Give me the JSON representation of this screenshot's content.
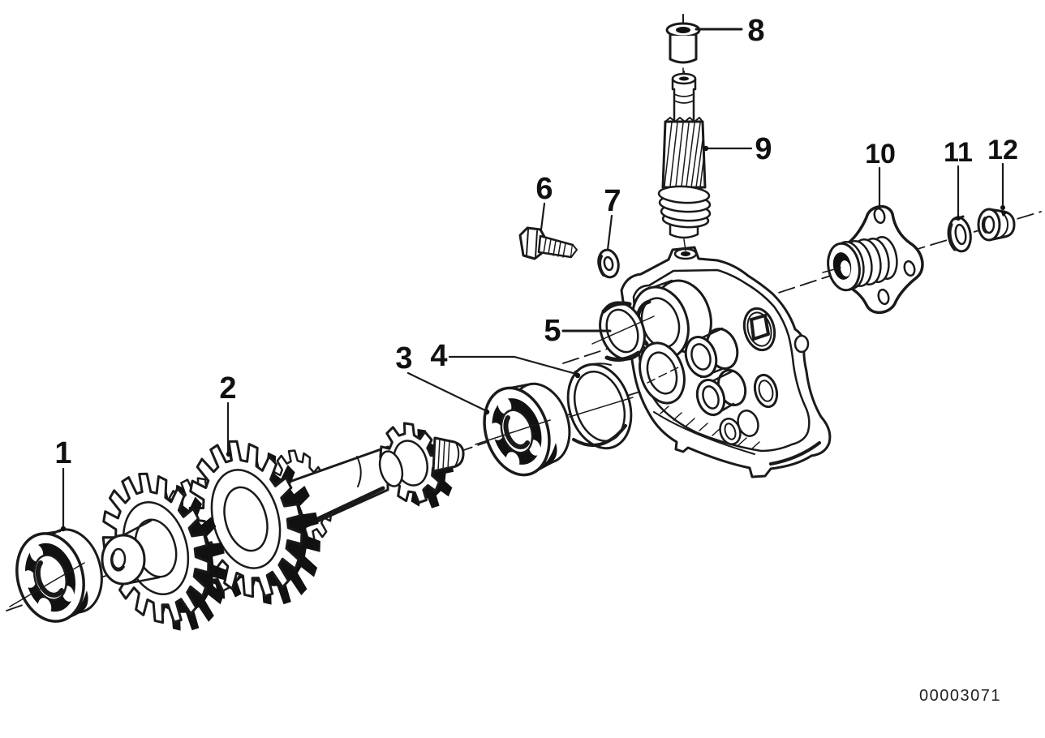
{
  "page": {
    "background": "#ffffff",
    "line_color": "#1a1a1a"
  },
  "diagram": {
    "type": "exploded-parts-diagram",
    "drawing_number": "00003071",
    "part_labels": [
      "1",
      "2",
      "3",
      "4",
      "5",
      "6",
      "7",
      "8",
      "9",
      "10",
      "11",
      "12"
    ]
  }
}
